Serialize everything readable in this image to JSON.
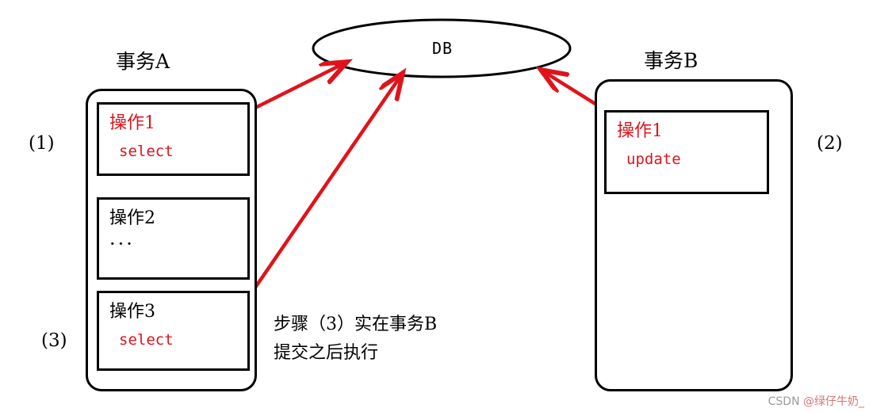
{
  "colors": {
    "red": "#e0131b",
    "black": "#000000",
    "watermark_gray": "#9b9b9b",
    "watermark_pink": "#d37676"
  },
  "db": {
    "label": "DB"
  },
  "transaction_a": {
    "title": "事务A",
    "step1_label": "(1)",
    "step3_label": "(3)",
    "operations": [
      {
        "name": "操作1",
        "detail": "select"
      },
      {
        "name": "操作2",
        "detail": "···"
      },
      {
        "name": "操作3",
        "detail": "select"
      }
    ]
  },
  "transaction_b": {
    "title": "事务B",
    "step2_label": "(2)",
    "operations": [
      {
        "name": "操作1",
        "detail": "update"
      }
    ]
  },
  "note": {
    "line1": "步骤（3）实在事务B",
    "line2": "提交之后执行"
  },
  "watermark": {
    "prefix": "CSDN ",
    "handle": "@绿仔牛奶_"
  }
}
